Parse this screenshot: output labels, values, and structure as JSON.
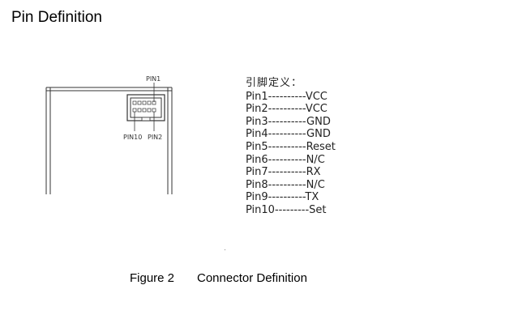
{
  "heading": "Pin Definition",
  "diagram": {
    "label_pin1": "PIN1",
    "label_pin10": "PIN10",
    "label_pin2": "PIN2"
  },
  "pin_list": {
    "title": "引脚定义：",
    "rows": [
      "Pin1----------VCC",
      "Pin2----------VCC",
      "Pin3----------GND",
      "Pin4----------GND",
      "Pin5----------Reset",
      "Pin6----------N/C",
      "Pin7----------RX",
      "Pin8----------N/C",
      "Pin9----------TX",
      "Pin10---------Set"
    ]
  },
  "caption": {
    "number": "Figure 2",
    "text": "Connector Definition"
  }
}
